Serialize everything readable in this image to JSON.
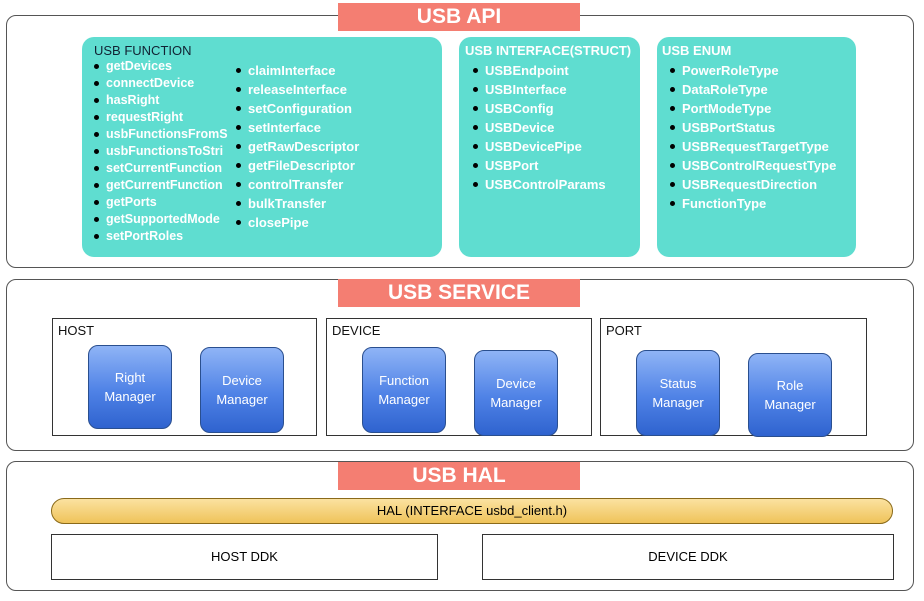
{
  "api": {
    "title": "USB API",
    "function": {
      "title": "USB FUNCTION",
      "left_items": [
        "getDevices",
        "connectDevice",
        "hasRight",
        "requestRight",
        "usbFunctionsFromS",
        "usbFunctionsToStri",
        "setCurrentFunction",
        "getCurrentFunction",
        "getPorts",
        "getSupportedMode",
        "setPortRoles"
      ],
      "right_items": [
        "claimInterface",
        "releaseInterface",
        "setConfiguration",
        "setInterface",
        "getRawDescriptor",
        "getFileDescriptor",
        "controlTransfer",
        "bulkTransfer",
        "closePipe"
      ]
    },
    "interface": {
      "title": "USB INTERFACE(STRUCT)",
      "items": [
        "USBEndpoint",
        "USBInterface",
        "USBConfig",
        "USBDevice",
        "USBDevicePipe",
        "USBPort",
        "USBControlParams"
      ]
    },
    "enum": {
      "title": "USB ENUM",
      "items": [
        "PowerRoleType",
        "DataRoleType",
        "PortModeType",
        "USBPortStatus",
        "USBRequestTargetType",
        "USBControlRequestType",
        "USBRequestDirection",
        "FunctionType"
      ]
    }
  },
  "service": {
    "title": "USB SERVICE",
    "groups": [
      {
        "title": "HOST",
        "managers": [
          "Right Manager",
          "Device Manager"
        ]
      },
      {
        "title": "DEVICE",
        "managers": [
          "Function Manager",
          "Device Manager"
        ]
      },
      {
        "title": "PORT",
        "managers": [
          "Status Manager",
          "Role Manager"
        ]
      }
    ]
  },
  "hal": {
    "title": "USB HAL",
    "interface_label": "HAL (INTERFACE usbd_client.h)",
    "host_ddk": "HOST DDK",
    "device_ddk": "DEVICE DDK"
  },
  "colors": {
    "banner": "#f47e72",
    "panel": "#5fddd0",
    "manager": "#4f82e6",
    "hal_bar": "#efc35a"
  }
}
